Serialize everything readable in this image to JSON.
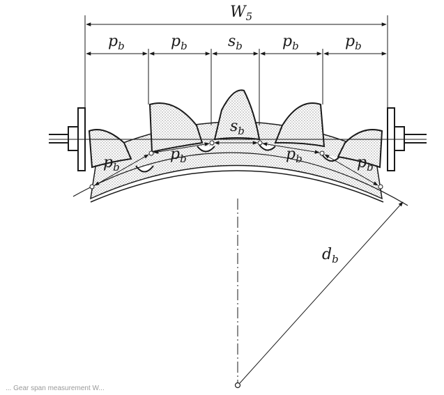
{
  "labels": {
    "overall": {
      "main": "W",
      "sub": "5"
    },
    "pitch": {
      "main": "p",
      "sub": "b"
    },
    "thickness": {
      "main": "s",
      "sub": "b"
    },
    "diameter": {
      "main": "d",
      "sub": "b"
    }
  },
  "top_dimension_chain": [
    {
      "main": "p",
      "sub": "b"
    },
    {
      "main": "p",
      "sub": "b"
    },
    {
      "main": "s",
      "sub": "b"
    },
    {
      "main": "p",
      "sub": "b"
    },
    {
      "main": "p",
      "sub": "b"
    }
  ],
  "arc_labels": [
    {
      "main": "p",
      "sub": "b"
    },
    {
      "main": "p",
      "sub": "b"
    },
    {
      "main": "s",
      "sub": "b"
    },
    {
      "main": "p",
      "sub": "b"
    },
    {
      "main": "p",
      "sub": "b"
    }
  ],
  "caption": "... Gear span measurement W..."
}
